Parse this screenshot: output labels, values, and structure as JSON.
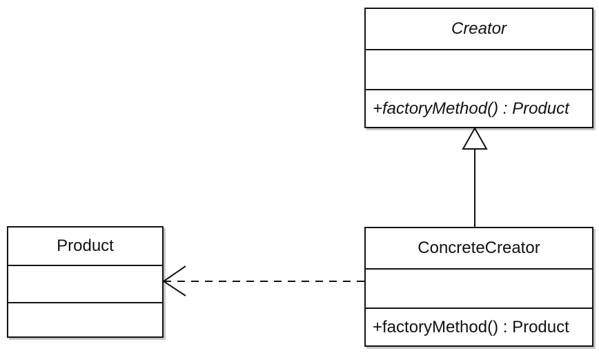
{
  "diagram": {
    "classes": {
      "creator": {
        "name": "Creator",
        "attributes": "",
        "methods": "+factoryMethod() : Product",
        "abstract": true
      },
      "concrete_creator": {
        "name": "ConcreteCreator",
        "attributes": "",
        "methods": "+factoryMethod() : Product",
        "abstract": false
      },
      "product": {
        "name": "Product",
        "attributes": "",
        "methods": ""
      }
    },
    "relationships": [
      {
        "type": "generalization",
        "from": "ConcreteCreator",
        "to": "Creator"
      },
      {
        "type": "dependency",
        "from": "ConcreteCreator",
        "to": "Product"
      }
    ],
    "colors": {
      "stroke": "#111111",
      "fill": "#ffffff",
      "shadow": "rgba(0,0,0,0.22)"
    }
  }
}
